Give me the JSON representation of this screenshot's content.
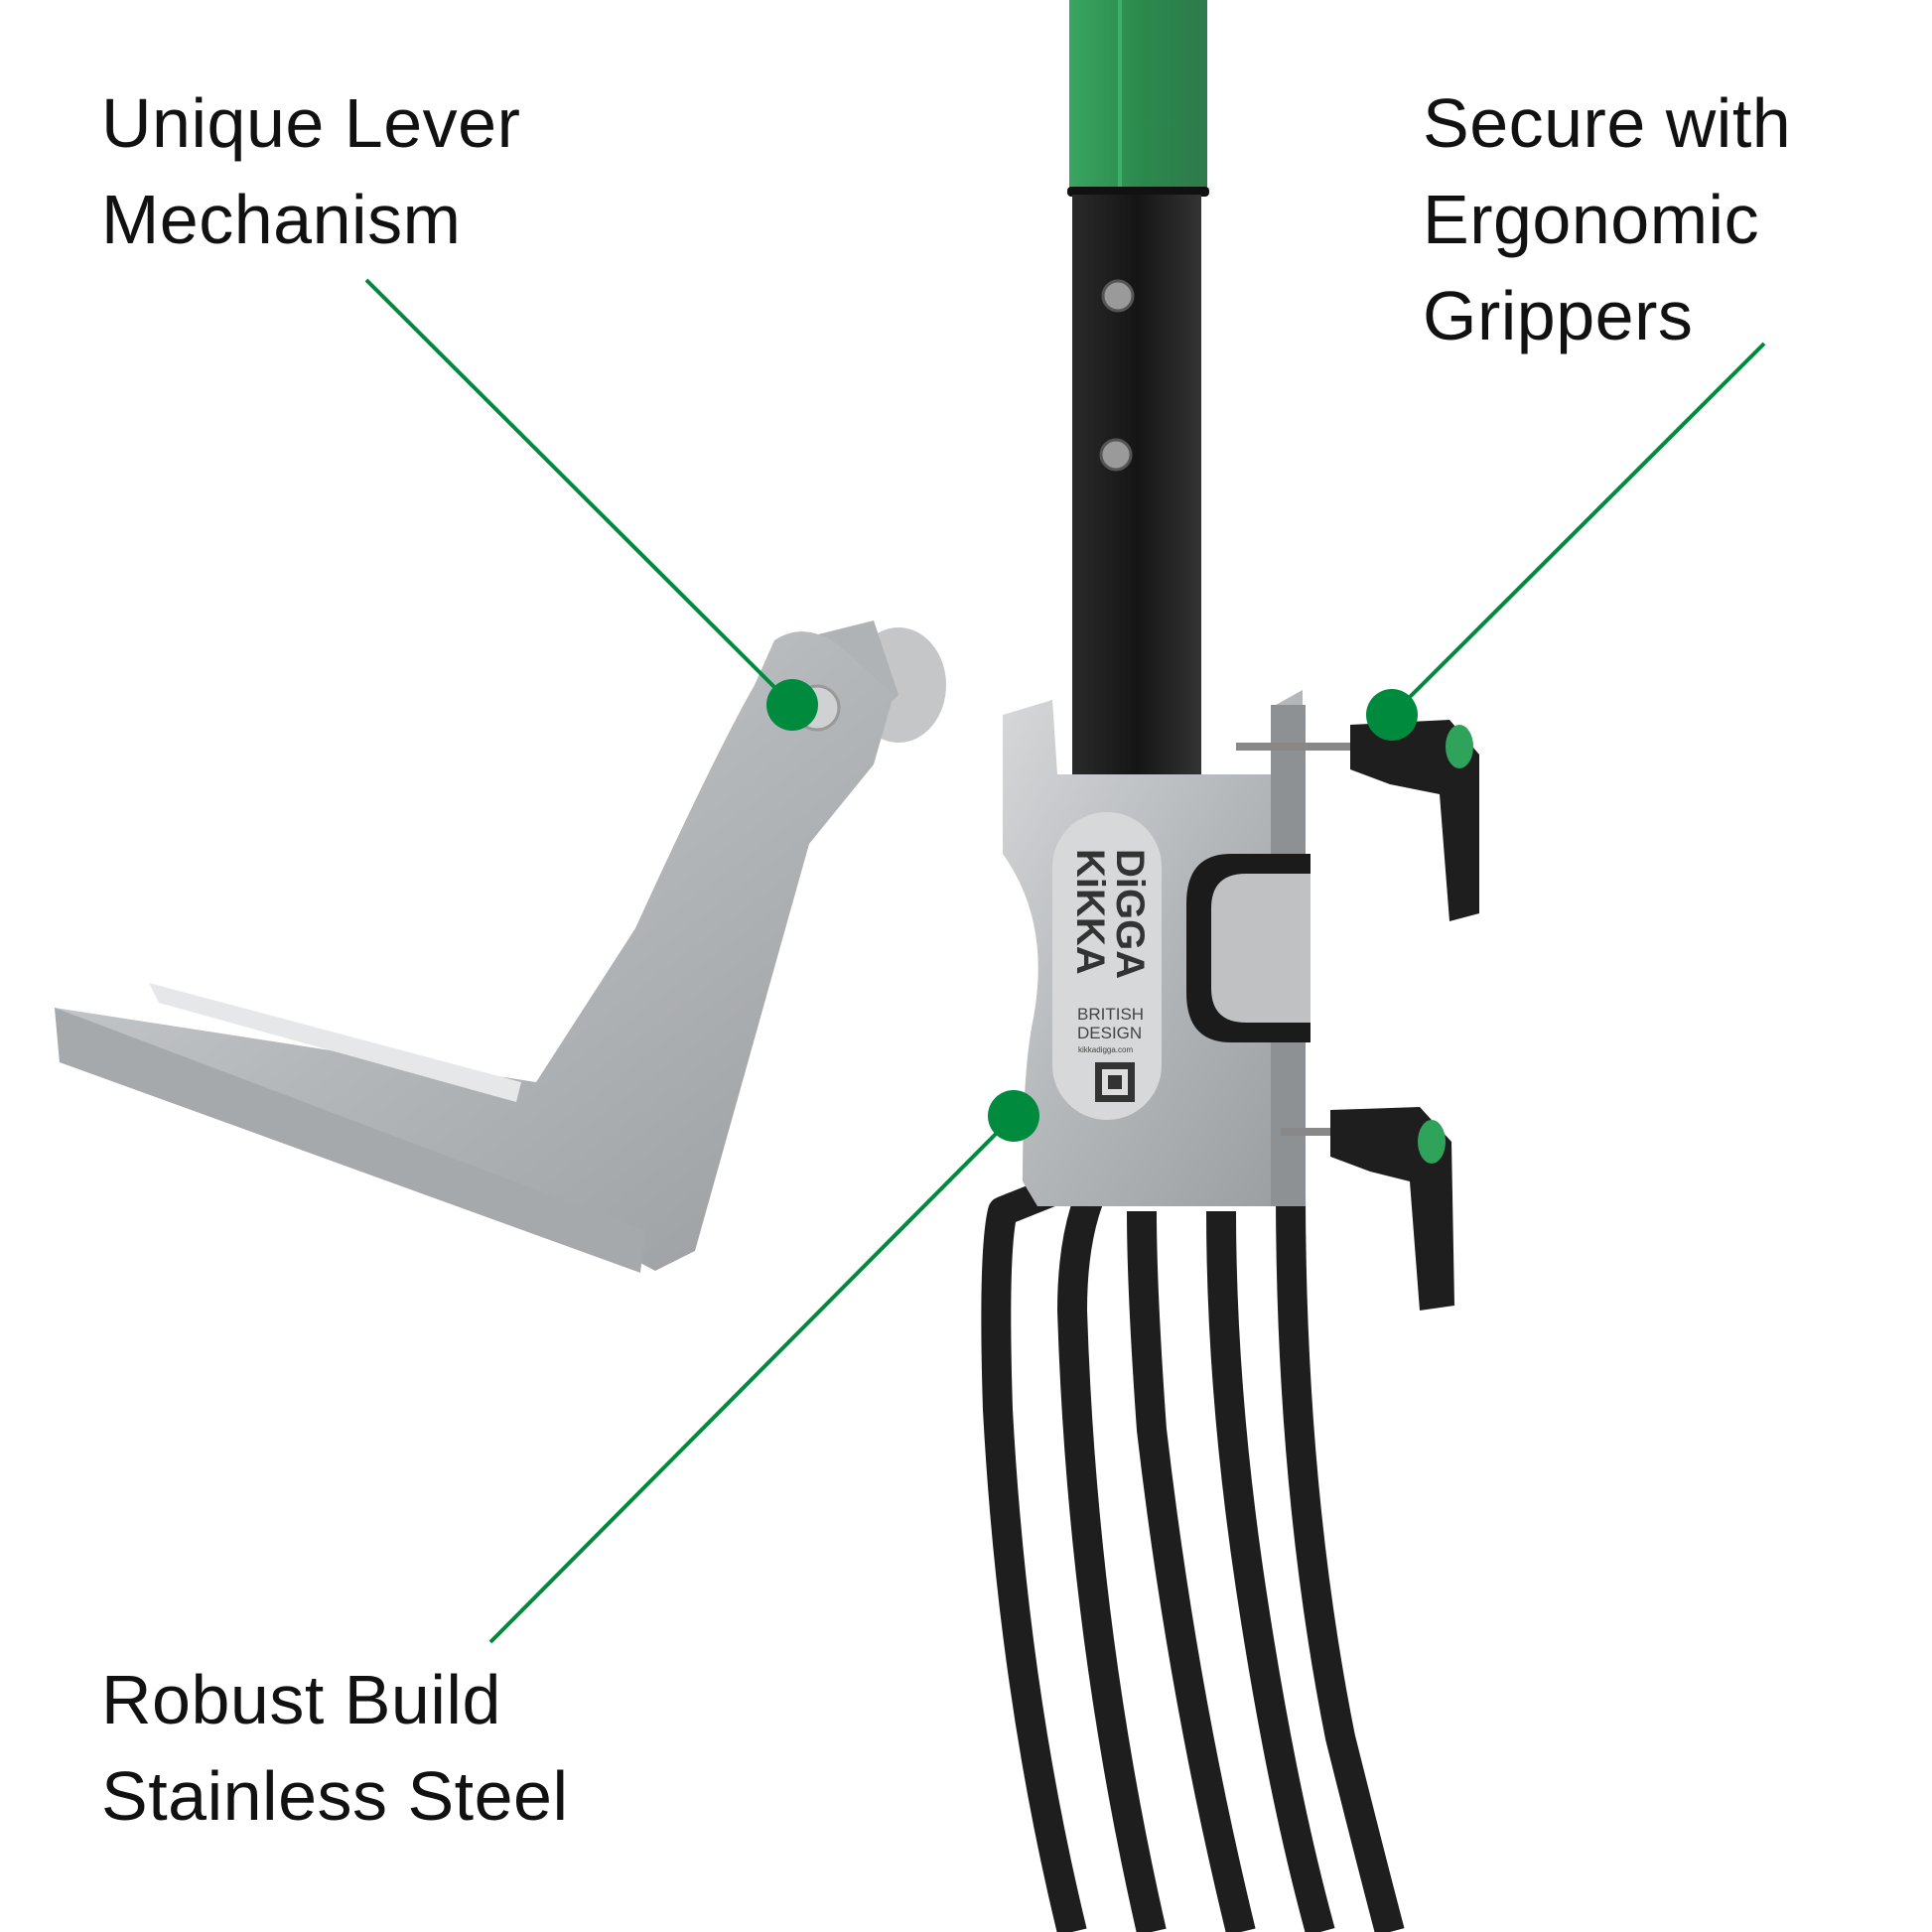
{
  "callouts": {
    "lever": {
      "line1": "Unique Lever",
      "line2": "Mechanism"
    },
    "grippers": {
      "line1": "Secure with",
      "line2": "Ergonomic",
      "line3": "Grippers"
    },
    "build": {
      "line1": "Robust Build",
      "line2": "Stainless Steel"
    }
  },
  "label_sticker": {
    "brand_line1": "KiKKA",
    "brand_line2": "DiGGA",
    "tagline1": "BRITISH",
    "tagline2": "DESIGN",
    "website": "kikkadigga.com"
  },
  "colors": {
    "accent_green": "#008a3e",
    "handle_green": "#2e8a4f",
    "steel": "#b9bcbf",
    "black": "#1f1f1f"
  }
}
